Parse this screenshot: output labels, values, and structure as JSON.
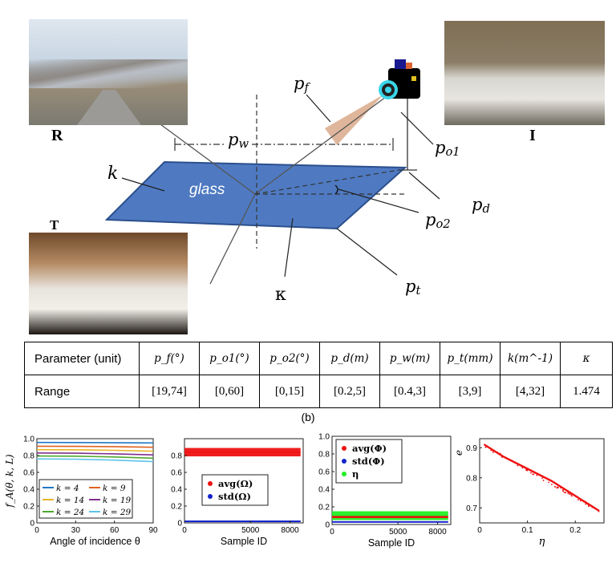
{
  "diagram": {
    "labels": {
      "R": "R",
      "I": "I",
      "T": "T",
      "k": "k",
      "glass": "glass",
      "kappa": "κ",
      "pf": "p",
      "pf_sub": "f",
      "pw": "p",
      "pw_sub": "w",
      "po1": "p",
      "po1_sub": "o1",
      "pd": "p",
      "pd_sub": "d",
      "po2": "p",
      "po2_sub": "o2",
      "pt": "p",
      "pt_sub": "t"
    },
    "glass_color": "#4f7ac2",
    "cone_color": "#d9a98a"
  },
  "table": {
    "header": [
      "Parameter (unit)",
      "p_f(°)",
      "p_o1(°)",
      "p_o2(°)",
      "p_d(m)",
      "p_w(m)",
      "p_t(mm)",
      "k(m^-1)",
      "κ"
    ],
    "row_label": "Range",
    "values": [
      "[19,74]",
      "[0,60]",
      "[0,15]",
      "[0.2,5]",
      "[0.4,3]",
      "[3,9]",
      "[4,32]",
      "1.474"
    ]
  },
  "caption": "(b)",
  "chart_data": [
    {
      "type": "line",
      "ylabel": "f_A(θ, k, L)",
      "xlabel": "Angle of incidence θ",
      "xlim": [
        0,
        90
      ],
      "ylim": [
        0,
        1
      ],
      "xticks": [
        0,
        30,
        60,
        90
      ],
      "yticks": [
        0,
        0.2,
        0.4,
        0.6,
        0.8,
        1.0
      ],
      "ytick_labels": [
        "0",
        "0.2",
        "0.4",
        "0.6",
        "0.8",
        "1.0"
      ],
      "legend_position": "bottom-left",
      "x": [
        0,
        30,
        60,
        90
      ],
      "series": [
        {
          "name": "k = 4",
          "color": "#1f77c4",
          "values": [
            0.955,
            0.954,
            0.952,
            0.949
          ]
        },
        {
          "name": "k = 9",
          "color": "#e0631d",
          "values": [
            0.91,
            0.909,
            0.905,
            0.898
          ]
        },
        {
          "name": "k = 14",
          "color": "#e8b52a",
          "values": [
            0.87,
            0.868,
            0.862,
            0.852
          ]
        },
        {
          "name": "k = 19",
          "color": "#7e2f8e",
          "values": [
            0.83,
            0.828,
            0.82,
            0.808
          ]
        },
        {
          "name": "k = 24",
          "color": "#4ea72e",
          "values": [
            0.795,
            0.792,
            0.783,
            0.768
          ]
        },
        {
          "name": "k = 29",
          "color": "#5ec3ea",
          "values": [
            0.76,
            0.757,
            0.746,
            0.728
          ]
        }
      ]
    },
    {
      "type": "scatter",
      "xlabel": "Sample ID",
      "ylabel": "",
      "xlim": [
        0,
        9000
      ],
      "ylim": [
        0,
        1
      ],
      "xticks": [
        0,
        5000,
        8000
      ],
      "yticks": [
        0,
        0.2,
        0.4,
        0.6,
        0.8
      ],
      "ytick_labels": [
        "0",
        "0.2",
        "0.4",
        "0.6",
        "0.8"
      ],
      "legend_position": "center",
      "series": [
        {
          "name": "avg(Ω)",
          "color": "#ee1111",
          "mean": 0.84,
          "spread": 0.05
        },
        {
          "name": "std(Ω)",
          "color": "#1122cc",
          "mean": 0.02,
          "spread": 0.008
        }
      ]
    },
    {
      "type": "scatter",
      "xlabel": "Sample ID",
      "ylabel": "",
      "xlim": [
        0,
        9000
      ],
      "ylim": [
        0,
        1
      ],
      "xticks": [
        0,
        5000,
        8000
      ],
      "yticks": [
        0,
        0.2,
        0.4,
        0.6,
        0.8,
        1.0
      ],
      "ytick_labels": [
        "0",
        "0.2",
        "0.4",
        "0.6",
        "0.8",
        "1.0"
      ],
      "legend_position": "top-left",
      "series": [
        {
          "name": "avg(Φ)",
          "color": "#ee1111",
          "mean": 0.085,
          "spread": 0.012
        },
        {
          "name": "std(Φ)",
          "color": "#1122cc",
          "mean": 0.03,
          "spread": 0.008
        },
        {
          "name": "η",
          "color": "#22ee22",
          "mean": 0.1,
          "spread": 0.05
        }
      ]
    },
    {
      "type": "scatter",
      "xlabel": "η",
      "ylabel": "e",
      "xlim": [
        0,
        0.26
      ],
      "ylim": [
        0.65,
        0.93
      ],
      "xticks": [
        0,
        0.1,
        0.2
      ],
      "yticks": [
        0.7,
        0.8,
        0.9
      ],
      "ytick_labels": [
        "0.7",
        "0.8",
        "0.9"
      ],
      "series": [
        {
          "name": "",
          "color": "#ee1111",
          "x": [
            0.01,
            0.05,
            0.1,
            0.15,
            0.2,
            0.25
          ],
          "values": [
            0.91,
            0.87,
            0.83,
            0.79,
            0.74,
            0.69
          ]
        }
      ]
    }
  ]
}
